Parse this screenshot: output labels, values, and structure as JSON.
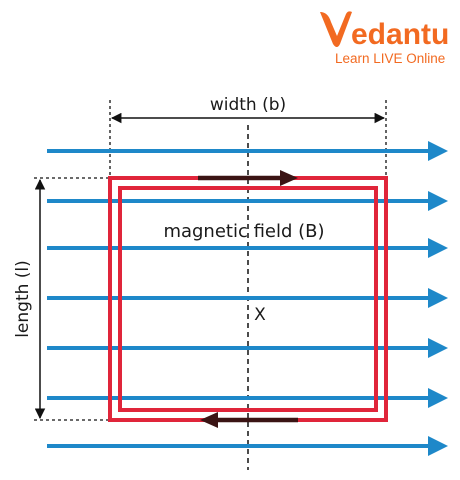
{
  "logo": {
    "name": "Vedantu",
    "name_rest": "edantu",
    "tagline": "Learn LIVE Online",
    "color": "#f26a21"
  },
  "labels": {
    "width": "width (b)",
    "length": "length (l)",
    "field": "magnetic field (B)",
    "axis": "X"
  },
  "colors": {
    "field_arrow": "#1e88c9",
    "loop": "#e0253a",
    "current_arrow": "#3b1414",
    "dimension": "#111111"
  },
  "icons": {
    "field_line": "arrow-right-icon",
    "current_top": "arrow-right-icon",
    "current_bottom": "arrow-left-icon"
  }
}
